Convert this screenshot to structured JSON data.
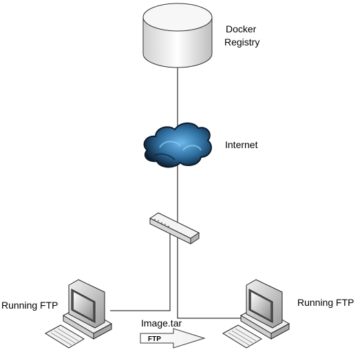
{
  "nodes": {
    "registry": {
      "label_line1": "Docker",
      "label_line2": "Registry"
    },
    "internet": {
      "label": "Internet"
    },
    "switch": {
      "label": ""
    },
    "left_pc": {
      "label": "Running FTP"
    },
    "right_pc": {
      "label": "Running FTP"
    }
  },
  "transfer": {
    "file_label": "Image.tar",
    "protocol_label": "FTP"
  },
  "colors": {
    "line": "#000000",
    "cloud_dark": "#0b1a2c",
    "cloud_light": "#4f9fd6",
    "cylinder_fill": "#e8e8e8",
    "device_fill": "#e6e6e6"
  }
}
